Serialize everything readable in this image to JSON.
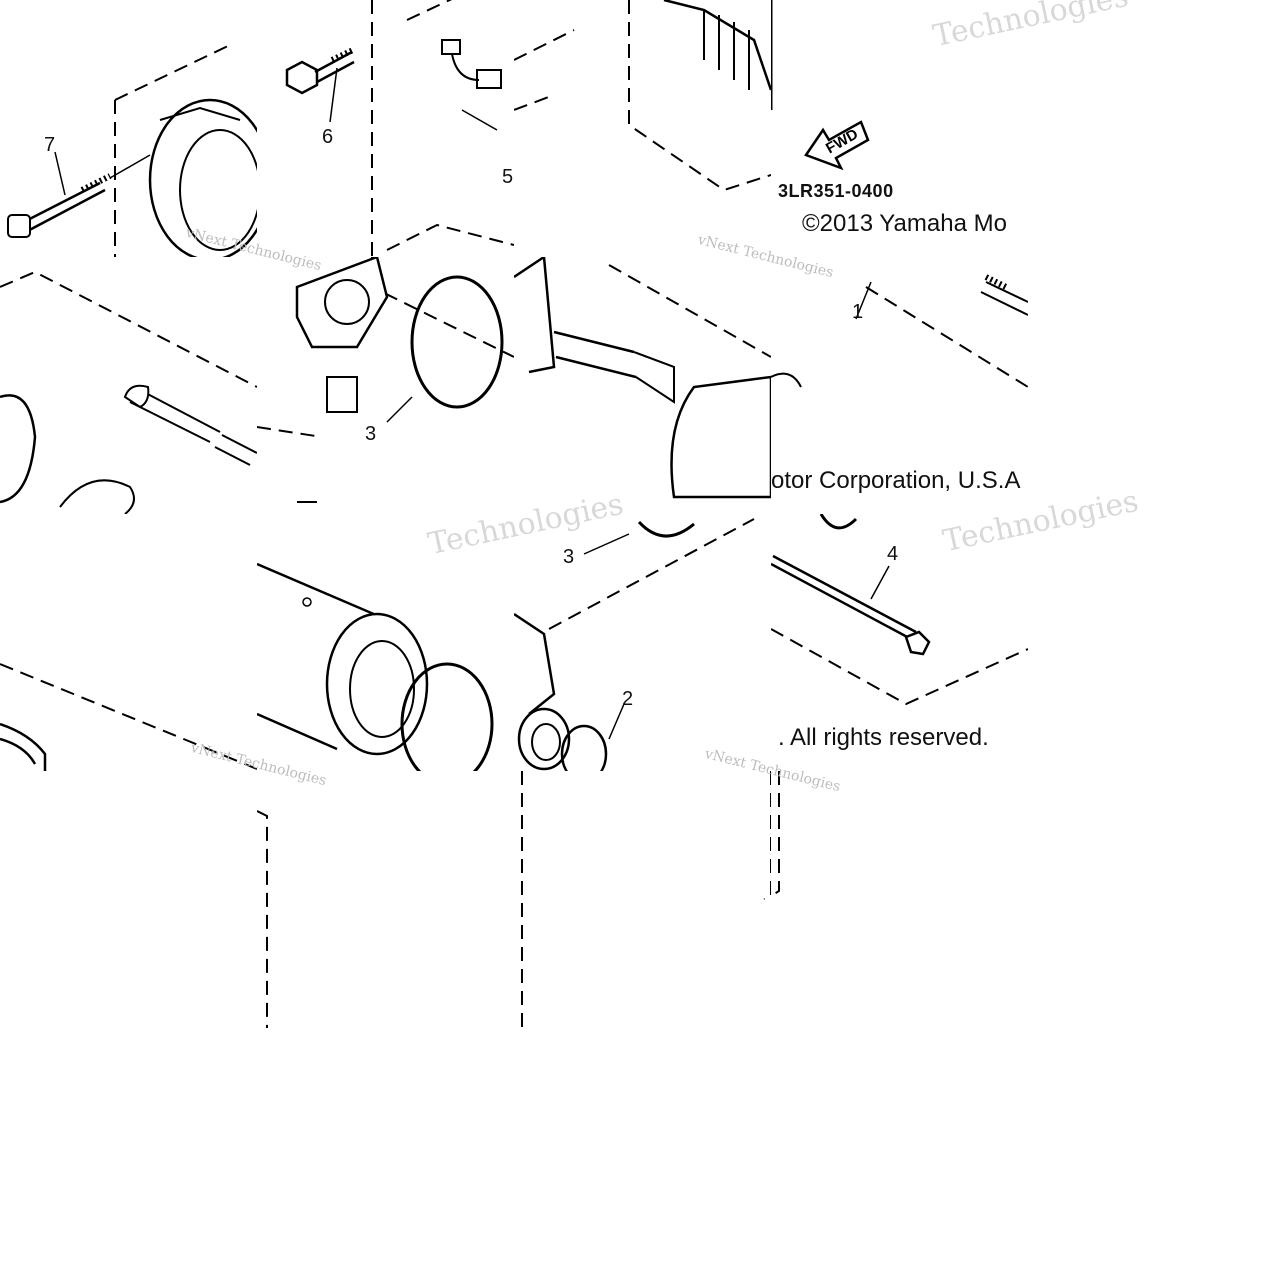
{
  "diagram": {
    "callouts": [
      "7",
      "6",
      "5",
      "3",
      "3",
      "4",
      "2",
      "1"
    ],
    "part_code": "3LR351-0400",
    "fwd_label": "FWD",
    "copyright_fragments": [
      "©2013 Yamaha Mo",
      "otor Corporation, U.S.A",
      ". All rights reserved."
    ],
    "watermarks": {
      "big": "Technologies",
      "small": "vNext Technologies"
    }
  }
}
